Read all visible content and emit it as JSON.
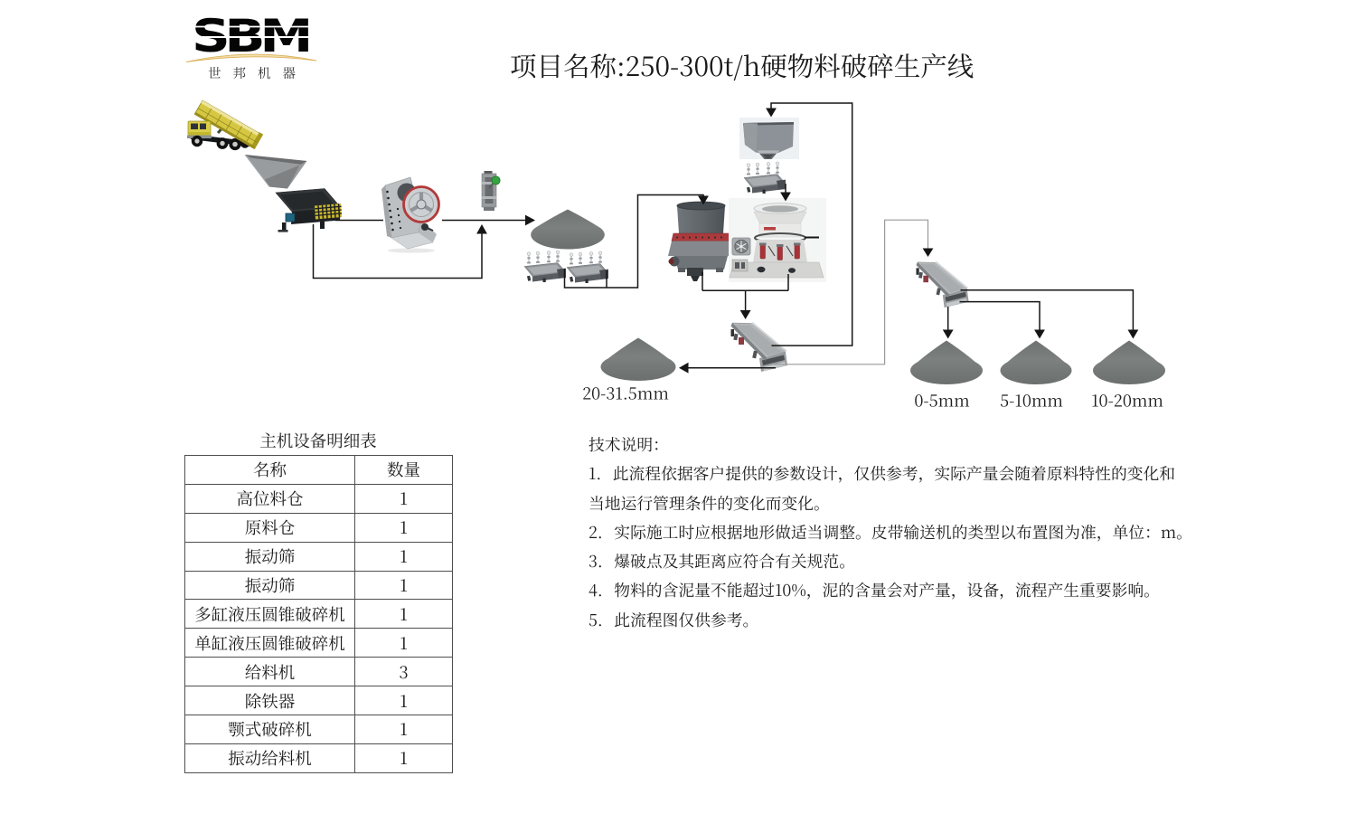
{
  "logo": {
    "brand": "SBM",
    "subtitle": "世邦机器"
  },
  "title": "项目名称:250-300t/h硬物料破碎生产线",
  "flow": {
    "pile_labels": {
      "p20_31_5": "20-31.5mm",
      "p0_5": "0-5mm",
      "p5_10": "5-10mm",
      "p10_20": "10-20mm"
    }
  },
  "equipment_table": {
    "title": "主机设备明细表",
    "columns": [
      "名称",
      "数量"
    ],
    "rows": [
      [
        "高位料仓",
        "1"
      ],
      [
        "原料仓",
        "1"
      ],
      [
        "振动筛",
        "1"
      ],
      [
        "振动筛",
        "1"
      ],
      [
        "多缸液压圆锥破碎机",
        "1"
      ],
      [
        "单缸液压圆锥破碎机",
        "1"
      ],
      [
        "给料机",
        "3"
      ],
      [
        "除铁器",
        "1"
      ],
      [
        "颚式破碎机",
        "1"
      ],
      [
        "振动给料机",
        "1"
      ]
    ]
  },
  "notes": {
    "heading": "技术说明：",
    "lines": [
      "1. 此流程依据客户提供的参数设计，仅供参考，实际产量会随着原料特性的变化和",
      "当地运行管理条件的变化而变化。",
      "2. 实际施工时应根据地形做适当调整。皮带输送机的类型以布置图为准，单位：m。",
      "3. 爆破点及其距离应符合有关规范。",
      "4. 物料的含泥量不能超过10%，泥的含量会对产量，设备，流程产生重要影响。",
      "5. 此流程图仅供参考。"
    ]
  }
}
